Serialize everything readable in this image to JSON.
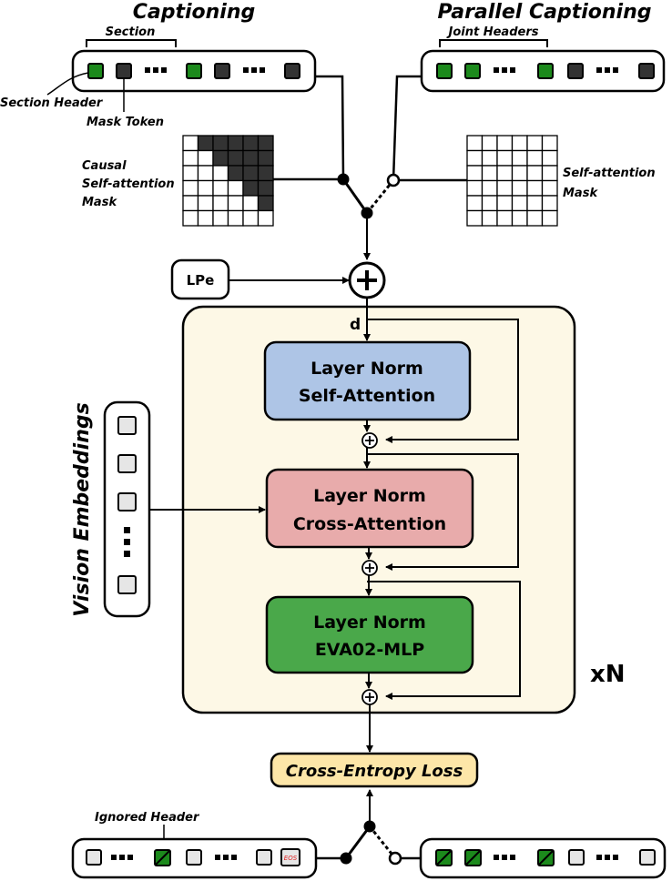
{
  "colors": {
    "token_green": "#1c8a1c",
    "token_dark": "#333333",
    "token_light": "#e6e6e6",
    "mask_filled": "#333333",
    "block_bg": "#fdf8e6",
    "self_attn": "#aec5e6",
    "cross_attn": "#e8abab",
    "mlp": "#4aa84a",
    "loss_bg": "#fde6a8",
    "eos_text": "#e02020"
  },
  "titles": {
    "captioning": "Captioning",
    "parallel_captioning": "Parallel Captioning"
  },
  "labels": {
    "section": "Section",
    "joint_headers": "Joint Headers",
    "section_header": "Section Header",
    "mask_token": "Mask Token",
    "causal_mask": [
      "Causal",
      "Self-attention",
      "Mask"
    ],
    "self_attention_mask": [
      "Self-attention",
      "Mask"
    ],
    "lpe": "LPe",
    "d": "d",
    "xn": "xN",
    "vision_embeddings": "Vision Embeddings",
    "ignored_header": "Ignored Header",
    "eos": "EOS"
  },
  "blocks": {
    "self_attention": [
      "Layer Norm",
      "Self-Attention"
    ],
    "cross_attention": [
      "Layer Norm",
      "Cross-Attention"
    ],
    "mlp": [
      "Layer Norm",
      "EVA02-MLP"
    ]
  },
  "loss": "Cross-Entropy Loss",
  "causal_mask_matrix": [
    [
      0,
      1,
      1,
      1,
      1,
      1
    ],
    [
      0,
      0,
      1,
      1,
      1,
      1
    ],
    [
      0,
      0,
      0,
      1,
      1,
      1
    ],
    [
      0,
      0,
      0,
      0,
      1,
      1
    ],
    [
      0,
      0,
      0,
      0,
      0,
      1
    ],
    [
      0,
      0,
      0,
      0,
      0,
      0
    ]
  ]
}
